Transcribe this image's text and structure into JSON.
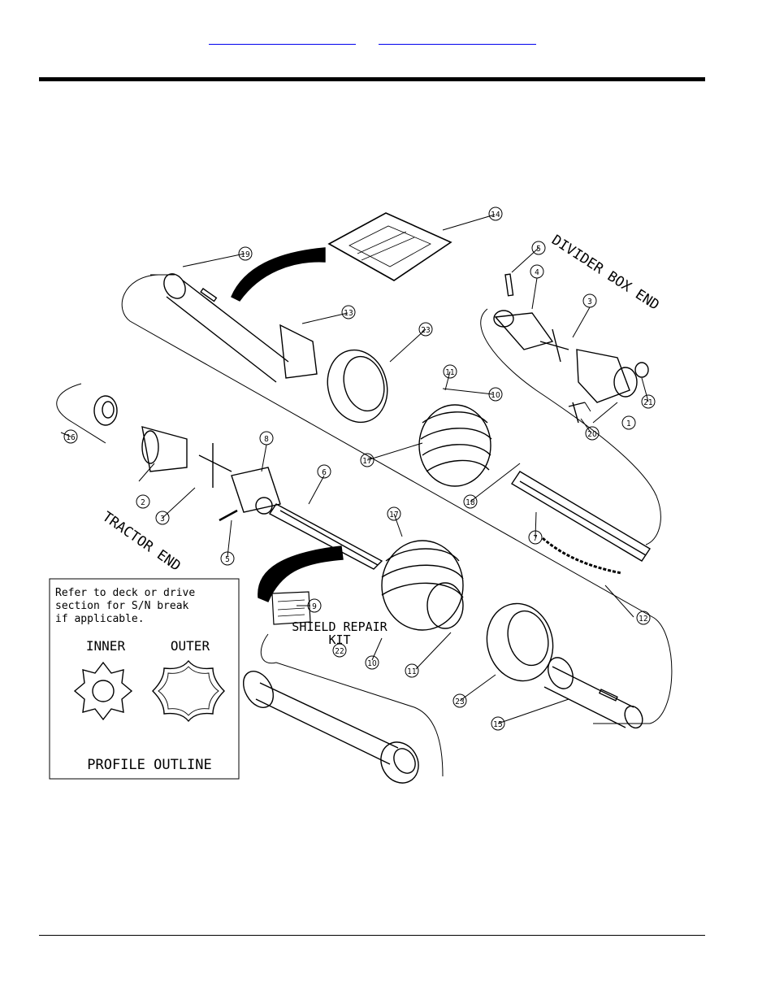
{
  "header": {
    "link_1": "",
    "link_2": ""
  },
  "diagram": {
    "end_labels": {
      "divider_box": "DIVIDER BOX END",
      "tractor": "TRACTOR END"
    },
    "kit_label_line1": "SHIELD REPAIR",
    "kit_label_line2": "KIT",
    "note_lines": [
      "Refer to deck or drive",
      "section for S/N break",
      "if applicable."
    ],
    "inner_label": "INNER",
    "outer_label": "OUTER",
    "profile_label": "PROFILE OUTLINE",
    "callouts": [
      "1",
      "2",
      "3",
      "3",
      "4",
      "5",
      "5",
      "6",
      "7",
      "8",
      "9",
      "10",
      "10",
      "11",
      "11",
      "12",
      "13",
      "14",
      "15",
      "16",
      "17",
      "17",
      "18",
      "19",
      "20",
      "21",
      "22",
      "23",
      "23"
    ]
  }
}
